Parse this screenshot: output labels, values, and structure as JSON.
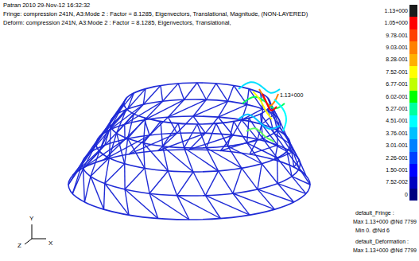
{
  "diagram": {
    "labels": [
      "Patran 2010 29-Nov-12 16:32:32",
      "Fringe: compression 241N, A3:Mode 2 : Factor = 8.1285, Eigenvectors, Translational, Magnitude, (NON-LAYERED)",
      "Deform: compression 241N, A3:Mode 2 : Factor = 8.1285, Eigenvectors, Translational,",
      "1.13+000",
      "Y",
      "Z",
      "X",
      "default_Fringe :",
      "Max 1.13+000 @Nd 7799",
      "Min 0. @Nd 6",
      "default_Deformation :",
      "Max 1.13+000 @Nd 7799"
    ],
    "legend": [
      {
        "text": "1.13+000",
        "color": "#1a1a1a"
      },
      {
        "text": "1.05+000",
        "color": "#ff0000"
      },
      {
        "text": "9.78-001",
        "color": "#ff4000"
      },
      {
        "text": "9.03-001",
        "color": "#ff8000"
      },
      {
        "text": "8.28-001",
        "color": "#ffb000"
      },
      {
        "text": "7.52-001",
        "color": "#ffff00"
      },
      {
        "text": "6.77-001",
        "color": "#c0ff00"
      },
      {
        "text": "6.02-001",
        "color": "#00ff00"
      },
      {
        "text": "5.27-001",
        "color": "#00ffa0"
      },
      {
        "text": "4.51-001",
        "color": "#00ffff"
      },
      {
        "text": "3.76-001",
        "color": "#00c0ff"
      },
      {
        "text": "3.01-001",
        "color": "#0080ff"
      },
      {
        "text": "2.26-001",
        "color": "#0040ff"
      },
      {
        "text": "1.50-001",
        "color": "#0000ff"
      },
      {
        "text": "7.52-002",
        "color": "#0000c0"
      },
      {
        "text": "0",
        "color": "#000080"
      }
    ]
  }
}
